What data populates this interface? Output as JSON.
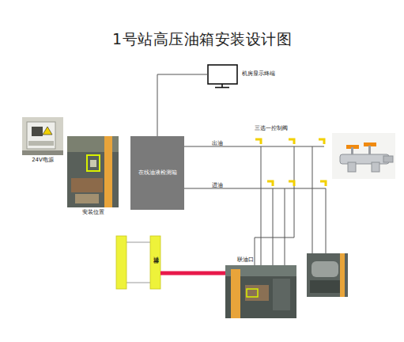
{
  "diagram": {
    "title": "1号站高压油箱安装设计图",
    "nodes": [
      {
        "text": [
          "机房显示终端"
        ]
      },
      {
        "text": [
          "24V电源"
        ]
      },
      {
        "text": [
          "安装位置"
        ]
      },
      {
        "text": [
          "在线油液检测箱"
        ]
      },
      {
        "text": [
          "过滤器"
        ]
      },
      {
        "text": [
          "联油口"
        ]
      }
    ],
    "edges": [
      {
        "from": 3,
        "to": 0,
        "arrow": "none"
      },
      {
        "from": 3,
        "to": 5,
        "label": "出油",
        "arrow": "none"
      },
      {
        "from": 3,
        "to": 5,
        "label": "进油",
        "arrow": "none"
      },
      {
        "from": 4,
        "to": 5,
        "arrow": "none"
      }
    ],
    "labels": [
      "三选一控制阀"
    ]
  }
}
